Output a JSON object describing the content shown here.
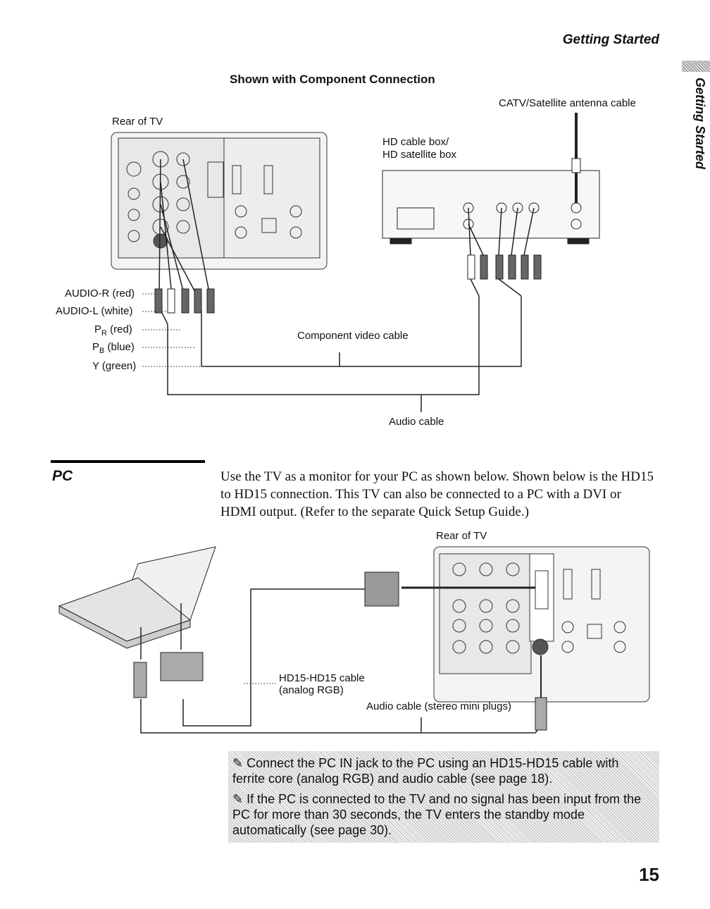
{
  "header": {
    "section": "Getting Started",
    "side_tab": "Getting Started"
  },
  "component": {
    "heading": "Shown with Component Connection",
    "rear_of_tv": "Rear of TV",
    "antenna_cable": "CATV/Satellite antenna cable",
    "hd_box_line1": "HD cable box/",
    "hd_box_line2": "HD satellite box",
    "audio_r": "AUDIO-R (red)",
    "audio_l": "AUDIO-L (white)",
    "pr_main": "P",
    "pr_sub": "R",
    "pr_rest": " (red)",
    "pb_main": "P",
    "pb_sub": "B",
    "pb_rest": " (blue)",
    "y_green": "Y (green)",
    "component_cable": "Component video cable",
    "audio_cable": "Audio cable"
  },
  "pc": {
    "title": "PC",
    "body": "Use the TV as a monitor for your PC as shown below. Shown below is the HD15 to HD15 connection. This TV can also be connected to a PC with a DVI or HDMI output. (Refer to the separate Quick Setup Guide.)",
    "rear_of_tv": "Rear of TV",
    "hd15_line1": "HD15-HD15 cable",
    "hd15_line2": "(analog RGB)",
    "audio_cable": "Audio cable (stereo mini plugs)"
  },
  "notes": [
    "Connect the PC IN jack to the PC using an HD15-HD15 cable with ferrite core (analog RGB) and audio cable (see page 18).",
    "If the PC is connected to the TV and no signal has been input from the PC for more than 30 seconds, the TV enters the standby mode automatically (see page 30)."
  ],
  "page_number": "15"
}
